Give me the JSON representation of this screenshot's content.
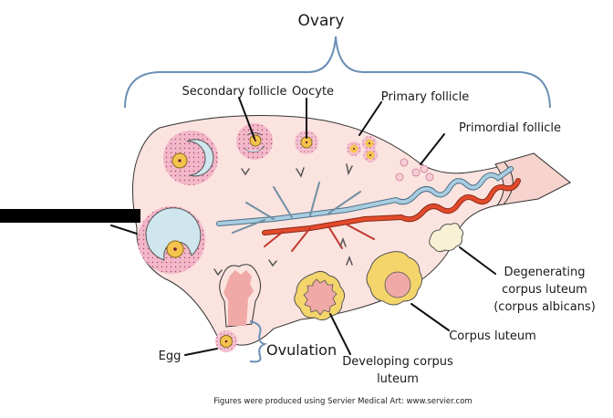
{
  "title": "Ovary",
  "labels": {
    "secondary_follicle": "Secondary follicle",
    "oocyte": "Oocyte",
    "primary_follicle": "Primary follicle",
    "primordial_follicle": "Primordial follicle",
    "degenerating_cl_line1": "Degenerating",
    "degenerating_cl_line2": "corpus luteum",
    "degenerating_cl_line3": "(corpus albicans)",
    "corpus_luteum": "Corpus luteum",
    "developing_cl_line1": "Developing corpus",
    "developing_cl_line2": "luteum",
    "ovulation": "Ovulation",
    "egg": "Egg",
    "redacted_label": ""
  },
  "credit": "Figures were produced using Servier Medical Art: www.servier.com",
  "colors": {
    "ovary_tissue": "#fbe3df",
    "bracket": "#6b8fb6",
    "granulosa": "#e9a2b8",
    "antrum": "#cfe6ee",
    "oocyte": "#f4c44e",
    "corpus_luteum": "#f4d56c",
    "artery": "#e24a2b",
    "vein": "#8fb6cf",
    "albicans": "#f8f1d6",
    "redaction": "#000000"
  }
}
